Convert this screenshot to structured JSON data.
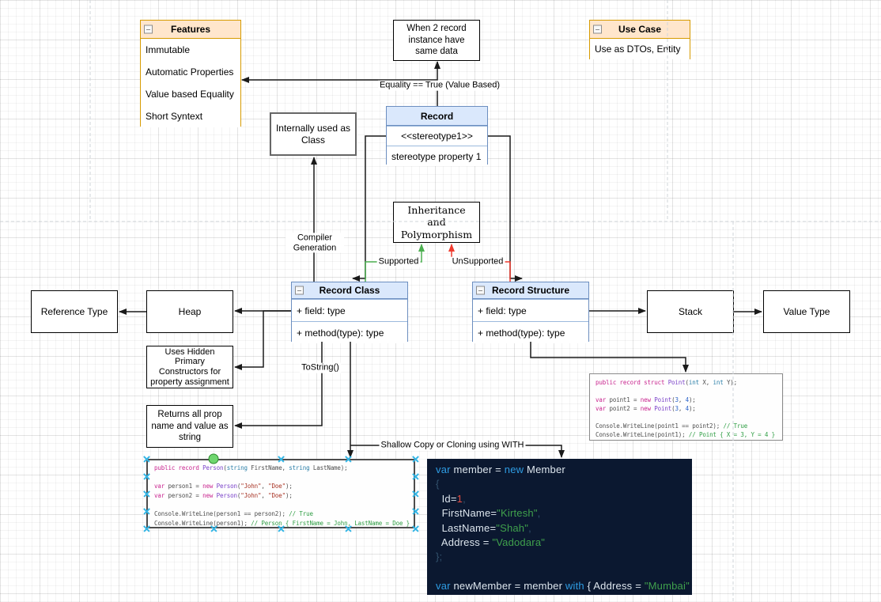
{
  "icons": {
    "collapse_glyph": "–"
  },
  "tables": {
    "features": {
      "title": "Features",
      "rows": [
        "Immutable",
        "Automatic Properties",
        "Value based Equality",
        "Short Syntext"
      ]
    },
    "use_case": {
      "title": "Use Case",
      "rows": [
        "Use as DTOs, Entity"
      ]
    },
    "record": {
      "title": "Record",
      "stereotype": "<<stereotype1>>",
      "property": "stereotype property 1"
    },
    "record_class": {
      "title": "Record Class",
      "rows": [
        "+ field: type",
        "+ method(type): type"
      ]
    },
    "record_structure": {
      "title": "Record Structure",
      "rows": [
        "+ field: type",
        "+ method(type): type"
      ]
    }
  },
  "nodes": {
    "when_two_records": "When 2 record instance have same data",
    "internally_used": "Internally used as Class",
    "inheritance": "Inheritance and Polymorphism",
    "reference_type": "Reference Type",
    "heap": "Heap",
    "uses_hidden": "Uses Hidden Primary Constructors for property assignment",
    "returns_all": "Returns all prop name and value as string",
    "stack": "Stack",
    "value_type": "Value Type"
  },
  "edge_labels": {
    "equality": "Equality == True (Value Based)",
    "compiler": "Compiler Generation",
    "tostring": "ToString()",
    "supported": "Supported",
    "unsupported": "UnSupported",
    "shallow": "Shallow Copy or Cloning using WITH"
  },
  "colors": {
    "orange_header": "#ffe6cc",
    "orange_border": "#d79b00",
    "blue_header": "#dae8fc",
    "blue_border": "#6c8ebf",
    "supported_green": "#4caf50",
    "unsupported_red": "#f03b2e",
    "dark_code_bg": "#0b1830",
    "selection_handle": "#33b5e5"
  },
  "code_point": {
    "lines": [
      [
        [
          "kw",
          "public record struct "
        ],
        [
          "ty",
          "Point"
        ],
        [
          "pl",
          "("
        ],
        [
          "tb",
          "int"
        ],
        [
          "pl",
          " X, "
        ],
        [
          "tb",
          "int"
        ],
        [
          "pl",
          " Y);"
        ]
      ],
      [],
      [
        [
          "kw",
          "var"
        ],
        [
          "pl",
          " point1 = "
        ],
        [
          "kw",
          "new"
        ],
        [
          "pl",
          " "
        ],
        [
          "ty",
          "Point"
        ],
        [
          "pl",
          "("
        ],
        [
          "num",
          "3"
        ],
        [
          "pl",
          ", "
        ],
        [
          "num",
          "4"
        ],
        [
          "pl",
          ");"
        ]
      ],
      [
        [
          "kw",
          "var"
        ],
        [
          "pl",
          " point2 = "
        ],
        [
          "kw",
          "new"
        ],
        [
          "pl",
          " "
        ],
        [
          "ty",
          "Point"
        ],
        [
          "pl",
          "("
        ],
        [
          "num",
          "3"
        ],
        [
          "pl",
          ", "
        ],
        [
          "num",
          "4"
        ],
        [
          "pl",
          ");"
        ]
      ],
      [],
      [
        [
          "pl",
          "Console.WriteLine(point1 == point2); "
        ],
        [
          "com",
          "// True"
        ]
      ],
      [
        [
          "pl",
          "Console.WriteLine(point1); "
        ],
        [
          "com",
          "// Point { X = 3, Y = 4 }"
        ]
      ]
    ]
  },
  "code_person": {
    "lines": [
      [
        [
          "kw",
          "public record "
        ],
        [
          "ty",
          "Person"
        ],
        [
          "pl",
          "("
        ],
        [
          "tb",
          "string"
        ],
        [
          "pl",
          " FirstName, "
        ],
        [
          "tb",
          "string"
        ],
        [
          "pl",
          " LastName);"
        ]
      ],
      [],
      [
        [
          "kw",
          "var"
        ],
        [
          "pl",
          " person1 = "
        ],
        [
          "kw",
          "new"
        ],
        [
          "pl",
          " "
        ],
        [
          "ty",
          "Person"
        ],
        [
          "pl",
          "("
        ],
        [
          "str",
          "\"John\""
        ],
        [
          "pl",
          ", "
        ],
        [
          "str",
          "\"Doe\""
        ],
        [
          "pl",
          ");"
        ]
      ],
      [
        [
          "kw",
          "var"
        ],
        [
          "pl",
          " person2 = "
        ],
        [
          "kw",
          "new"
        ],
        [
          "pl",
          " "
        ],
        [
          "ty",
          "Person"
        ],
        [
          "pl",
          "("
        ],
        [
          "str",
          "\"John\""
        ],
        [
          "pl",
          ", "
        ],
        [
          "str",
          "\"Doe\""
        ],
        [
          "pl",
          ");"
        ]
      ],
      [],
      [
        [
          "pl",
          "Console.WriteLine(person1 == person2); "
        ],
        [
          "com",
          "// True"
        ]
      ],
      [
        [
          "pl",
          "Console.WriteLine(person1); "
        ],
        [
          "com",
          "// Person { FirstName = John, LastName = Doe }"
        ]
      ]
    ]
  },
  "code_member": {
    "lines": [
      [
        [
          "b",
          "var"
        ],
        [
          "w",
          " member = "
        ],
        [
          "b",
          "new"
        ],
        [
          "w",
          " Member"
        ]
      ],
      [
        [
          "d",
          "{"
        ]
      ],
      [
        [
          "w",
          "  Id="
        ],
        [
          "r",
          "1"
        ],
        [
          "d",
          ","
        ]
      ],
      [
        [
          "w",
          "  FirstName="
        ],
        [
          "g",
          "\"Kirtesh\""
        ],
        [
          "d",
          ","
        ]
      ],
      [
        [
          "w",
          "  LastName="
        ],
        [
          "g",
          "\"Shah\""
        ],
        [
          "d",
          ","
        ]
      ],
      [
        [
          "w",
          "  Address = "
        ],
        [
          "g",
          "\"Vadodara\""
        ]
      ],
      [
        [
          "d",
          "};"
        ]
      ],
      [],
      [
        [
          "b",
          "var"
        ],
        [
          "w",
          " newMember = member "
        ],
        [
          "b",
          "with"
        ],
        [
          "w",
          " { Address = "
        ],
        [
          "g",
          "\"Mumbai\""
        ],
        [
          "w",
          " }"
        ],
        [
          "d",
          ";"
        ]
      ]
    ]
  }
}
